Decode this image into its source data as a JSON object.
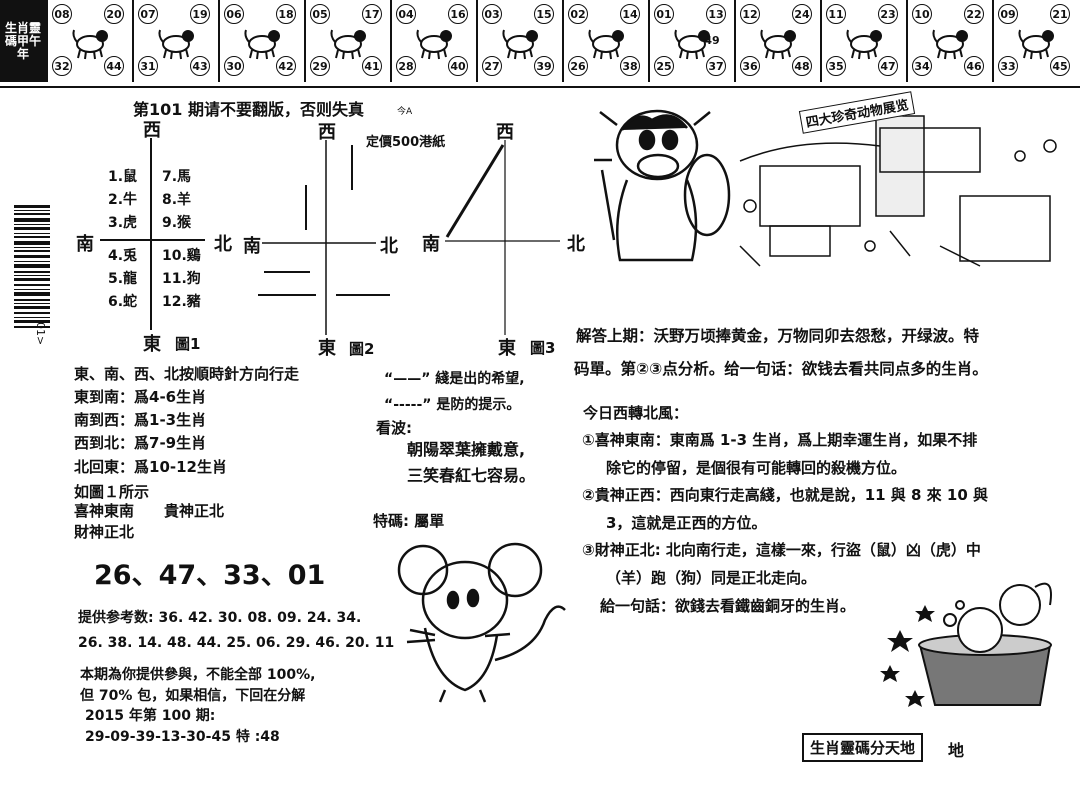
{
  "header": {
    "side_label": "生肖靈碼甲午年",
    "cells": [
      {
        "tl": "08",
        "tr": "20",
        "bl": "32",
        "br": "44",
        "mid": "",
        "animal": "rat"
      },
      {
        "tl": "07",
        "tr": "19",
        "bl": "31",
        "br": "43",
        "mid": "",
        "animal": "ox"
      },
      {
        "tl": "06",
        "tr": "18",
        "bl": "30",
        "br": "42",
        "mid": "",
        "animal": "tiger"
      },
      {
        "tl": "05",
        "tr": "17",
        "bl": "29",
        "br": "41",
        "mid": "",
        "animal": "rabbit"
      },
      {
        "tl": "04",
        "tr": "16",
        "bl": "28",
        "br": "40",
        "mid": "",
        "animal": "dragon"
      },
      {
        "tl": "03",
        "tr": "15",
        "bl": "27",
        "br": "39",
        "mid": "",
        "animal": "snake"
      },
      {
        "tl": "02",
        "tr": "14",
        "bl": "26",
        "br": "38",
        "mid": "",
        "animal": "horse"
      },
      {
        "tl": "01",
        "tr": "13",
        "bl": "25",
        "br": "37",
        "mid": "49",
        "animal": "goat"
      },
      {
        "tl": "12",
        "tr": "24",
        "bl": "36",
        "br": "48",
        "mid": "",
        "animal": "monkey"
      },
      {
        "tl": "11",
        "tr": "23",
        "bl": "35",
        "br": "47",
        "mid": "",
        "animal": "rooster"
      },
      {
        "tl": "10",
        "tr": "22",
        "bl": "34",
        "br": "46",
        "mid": "",
        "animal": "dog"
      },
      {
        "tl": "09",
        "tr": "21",
        "bl": "33",
        "br": "45",
        "mid": "",
        "animal": "pig"
      }
    ]
  },
  "notice": "第101 期请不要翻版，否则失真",
  "notice_small": "今A",
  "price": "定價500港紙",
  "barcode_text": "01>",
  "diagram1": {
    "west": "西",
    "east": "東",
    "south": "南",
    "north": "北",
    "caption": "圖1",
    "left_items": [
      "1.鼠",
      "2.牛",
      "3.虎",
      "4.兎",
      "5.龍",
      "6.蛇"
    ],
    "right_items": [
      "7.馬",
      "8.羊",
      "9.猴",
      "10.鷄",
      "11.狗",
      "12.豬"
    ]
  },
  "diagram2": {
    "west": "西",
    "east": "東",
    "south": "南",
    "north": "北",
    "caption": "圖2"
  },
  "diagram3": {
    "west": "西",
    "east": "東",
    "south": "南",
    "north": "北",
    "caption": "圖3"
  },
  "left_text": {
    "line1": "東、南、西、北按順時針方向行走",
    "line2": "東到南：爲4-6生肖",
    "line3": "南到西：爲1-3生肖",
    "line4": "西到北：爲7-9生肖",
    "line5": "北回東：爲10-12生肖",
    "line6": "如圖１所示",
    "line7": "喜神東南　　貴神正北",
    "line8": "財神正北"
  },
  "big_numbers": "26、47、33、01",
  "ref_label": "提供参考数: 36. 42. 30. 08. 09. 24. 34.",
  "ref_line2": "26. 38. 14. 48. 44. 25. 06. 29. 46. 20. 11",
  "bottom_text": {
    "line1": "本期為你提供參與，不能全部 100%,",
    "line2": "但 70% 包，如果相信，下回在分解",
    "line3": "2015 年第 100 期:",
    "line4": "29-09-39-13-30-45 特 :48"
  },
  "middle_text": {
    "solid": "“——” 綫是出的希望,",
    "dashed": "“-----” 是防的提示。",
    "kanbo": "看波:",
    "poem1": "朝陽翠葉擁戴意,",
    "poem2": "三笑春紅七容易。",
    "tema": "特碼: 屬單"
  },
  "exhibit_sign": "四大珍奇动物展览",
  "right_text": {
    "answer1": "解答上期：沃野万顷捧黄金，万物同卯去怨愁，开绿波。特",
    "answer2": "码單。第②③点分析。给一句话：欲钱去看共同点多的生肖。",
    "heading": "今日西轉北風：",
    "p1a": "①喜神東南：東南爲 1-3 生肖，爲上期幸運生肖，如果不排",
    "p1b": "除它的停留，是個很有可能轉回的殺機方位。",
    "p2a": "②貴神正西：西向東行走高綫，也就是說，11 與 8 來 10 與",
    "p2b": "3，這就是正西的方位。",
    "p3a": "③財神正北: 北向南行走，這樣一來，行盜（鼠）凶（虎）中",
    "p3b": "（羊）跑（狗）同是正北走向。",
    "hint": "給一句話：欲錢去看鐵齒銅牙的生肖。"
  },
  "footer_box": "生肖靈碼分天地",
  "footer_extra": "地"
}
